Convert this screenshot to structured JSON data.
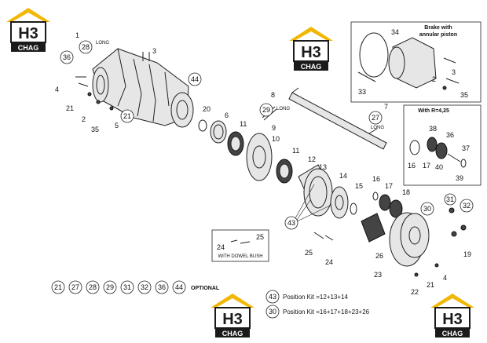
{
  "watermark": {
    "top": "H3",
    "bottom": "CHAG",
    "roof_color": "#f2b705",
    "box_color": "#1a1a1a"
  },
  "callouts": {
    "c1": "1",
    "c28": "28",
    "long1": "LONG",
    "c3a": "3",
    "c36": "36",
    "c4a": "4",
    "c21a": "21",
    "c2a": "2",
    "c35a": "35",
    "c5": "5",
    "c21b": "21",
    "c44": "44",
    "c20": "20",
    "c6": "6",
    "c8": "8",
    "c29": "29",
    "long2": "LONG",
    "c11a": "11",
    "c9": "9",
    "c10": "10",
    "c11b": "11",
    "c7": "7",
    "c27": "27",
    "long3": "LONG",
    "c12": "12",
    "c13": "13",
    "c14": "14",
    "c15": "15",
    "c43": "43",
    "c16a": "16",
    "c17a": "17",
    "c18a": "18",
    "c30": "30",
    "c31": "31",
    "c32": "32",
    "c19": "19",
    "c26": "26",
    "c23": "23",
    "c21c": "21",
    "c4b": "4",
    "c22": "22",
    "c25a": "25",
    "c24a": "24",
    "c25b": "25",
    "c24b": "24"
  },
  "brake_box": {
    "title_line1": "Brake with",
    "title_line2": "annular piston",
    "c34": "34",
    "c33": "33",
    "c2": "2",
    "c3": "3",
    "c35": "35"
  },
  "r425_box": {
    "title": "With R=4,25",
    "c38": "38",
    "c36": "36",
    "c37": "37",
    "c16": "16",
    "c17": "17",
    "c40": "40",
    "c39": "39"
  },
  "dowel_box": {
    "label": "WITH DOWEL BUSH",
    "c24": "24",
    "c25": "25"
  },
  "optional": {
    "items": [
      "21",
      "27",
      "28",
      "29",
      "31",
      "32",
      "36",
      "44"
    ],
    "label": "OPTIONAL"
  },
  "kits": [
    {
      "num": "43",
      "text": "Position Kit =12+13+14"
    },
    {
      "num": "30",
      "text": "Position Kit =16+17+18+23+26"
    }
  ]
}
